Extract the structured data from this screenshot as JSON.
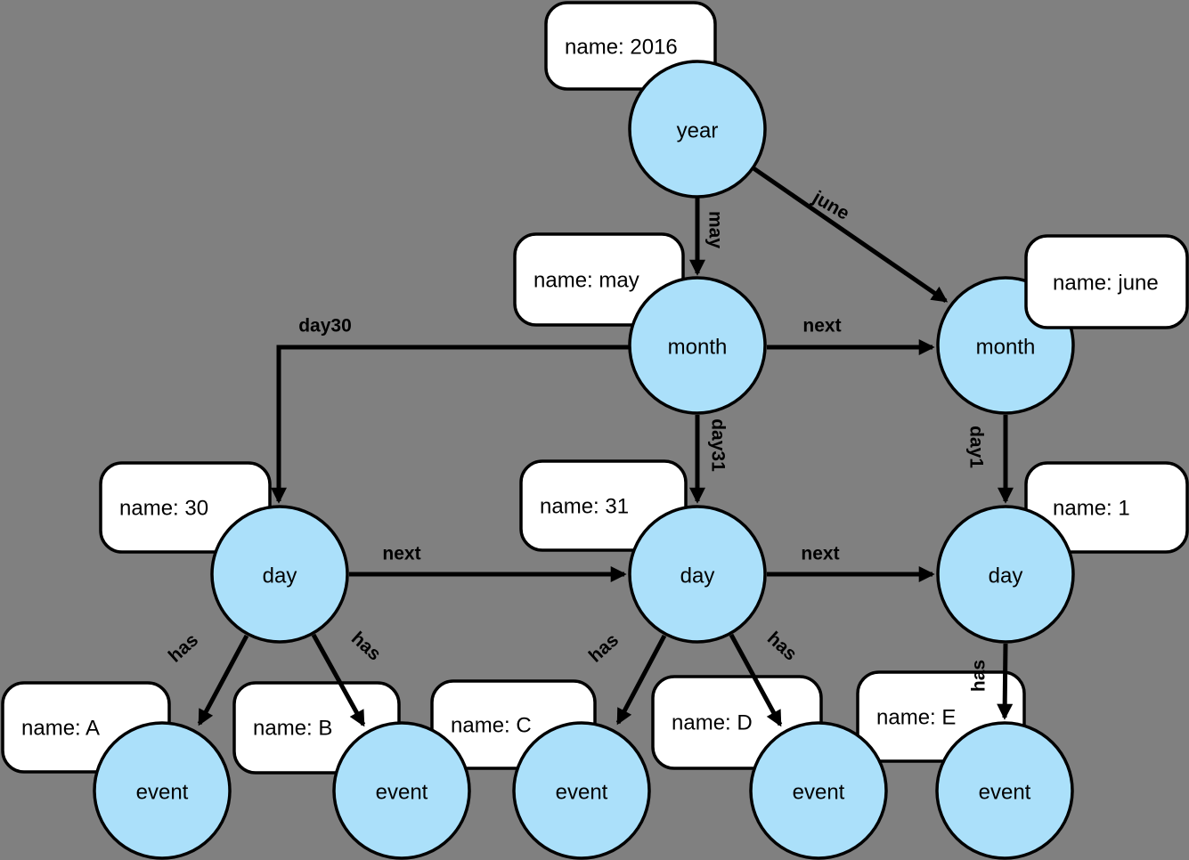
{
  "colors": {
    "background": "#808080",
    "node_fill": "#ABE0FA",
    "node_stroke": "#000000",
    "box_fill": "#FFFFFF",
    "box_stroke": "#000000",
    "edge_color": "#000000",
    "text_color": "#000000"
  },
  "nodes": {
    "year": {
      "label": "year",
      "property": "name: 2016"
    },
    "month_may": {
      "label": "month",
      "property": "name: may"
    },
    "month_june": {
      "label": "month",
      "property": "name: june"
    },
    "day_30": {
      "label": "day",
      "property": "name: 30"
    },
    "day_31": {
      "label": "day",
      "property": "name: 31"
    },
    "day_1": {
      "label": "day",
      "property": "name: 1"
    },
    "event_a": {
      "label": "event",
      "property": "name: A"
    },
    "event_b": {
      "label": "event",
      "property": "name: B"
    },
    "event_c": {
      "label": "event",
      "property": "name: C"
    },
    "event_d": {
      "label": "event",
      "property": "name: D"
    },
    "event_e": {
      "label": "event",
      "property": "name: E"
    }
  },
  "edges": {
    "year_to_may": {
      "label": "may",
      "from": "year",
      "to": "month_may"
    },
    "year_to_june": {
      "label": "june",
      "from": "year",
      "to": "month_june"
    },
    "may_to_june": {
      "label": "next",
      "from": "month_may",
      "to": "month_june"
    },
    "may_to_day30": {
      "label": "day30",
      "from": "month_may",
      "to": "day_30"
    },
    "may_to_day31": {
      "label": "day31",
      "from": "month_may",
      "to": "day_31"
    },
    "june_to_day1": {
      "label": "day1",
      "from": "month_june",
      "to": "day_1"
    },
    "day30_to_day31": {
      "label": "next",
      "from": "day_30",
      "to": "day_31"
    },
    "day31_to_day1": {
      "label": "next",
      "from": "day_31",
      "to": "day_1"
    },
    "day30_to_event_a": {
      "label": "has",
      "from": "day_30",
      "to": "event_a"
    },
    "day30_to_event_b": {
      "label": "has",
      "from": "day_30",
      "to": "event_b"
    },
    "day31_to_event_c": {
      "label": "has",
      "from": "day_31",
      "to": "event_c"
    },
    "day31_to_event_d": {
      "label": "has",
      "from": "day_31",
      "to": "event_d"
    },
    "day1_to_event_e": {
      "label": "has",
      "from": "day_1",
      "to": "event_e"
    }
  }
}
